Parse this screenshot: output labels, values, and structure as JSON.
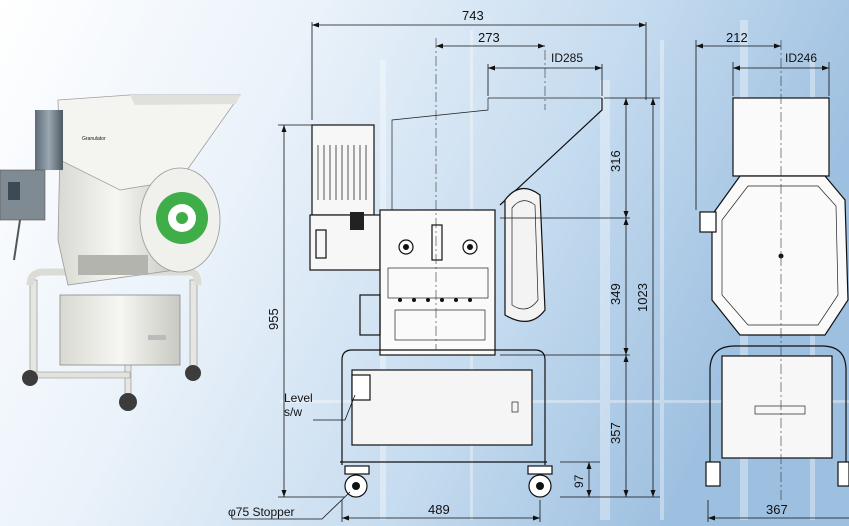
{
  "dimensions": {
    "overall_width": "743",
    "offset_center": "273",
    "front_inlet": "ID285",
    "side_offset": "212",
    "side_inlet": "ID246",
    "upper_height": "316",
    "middle_height": "349",
    "total_height": "1023",
    "frame_height": "955",
    "lower_height": "357",
    "caster_height": "97",
    "front_base": "489",
    "side_base": "367"
  },
  "labels": {
    "level_line1": "Level",
    "level_line2": "s/w",
    "stopper": "φ75 Stopper"
  },
  "colors": {
    "background_light": "#e8f1f9",
    "background_blue": "#a9c7e3",
    "line": "#111111",
    "machine_body": "#f1f1ee",
    "logo_green": "#3fae49"
  }
}
